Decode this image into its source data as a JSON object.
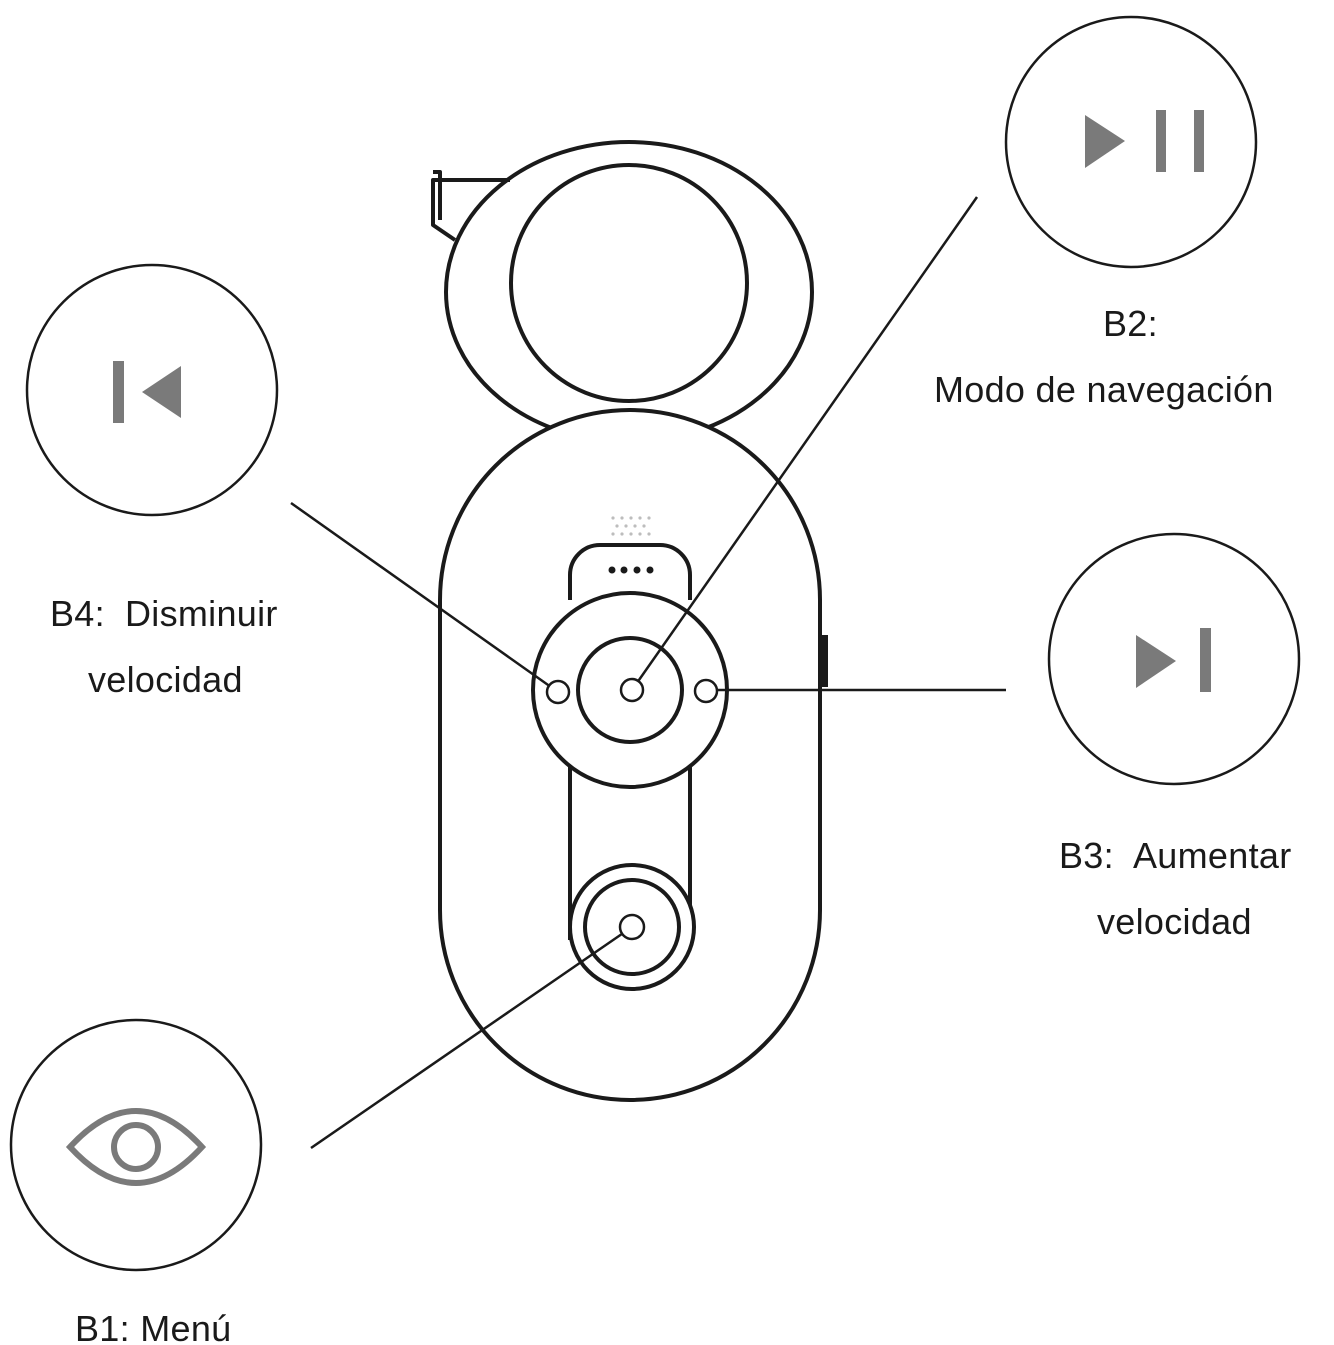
{
  "buttons": {
    "b1": {
      "code": "B1:",
      "description": "Menú",
      "full_label": "B1: Menú",
      "icon": "eye-icon"
    },
    "b2": {
      "code": "B2:",
      "description": "Modo de navegación",
      "icon": "play-pause-icon"
    },
    "b3": {
      "code": "B3:",
      "description_line1": "Aumentar",
      "description_line2": "velocidad",
      "icon": "skip-forward-icon"
    },
    "b4": {
      "code": "B4:",
      "description_line1": "Disminuir",
      "description_line2": "velocidad",
      "icon": "skip-back-icon"
    }
  },
  "colors": {
    "outline": "#1a1a1a",
    "icon_fill": "#7a7a7a",
    "background": "#ffffff"
  }
}
